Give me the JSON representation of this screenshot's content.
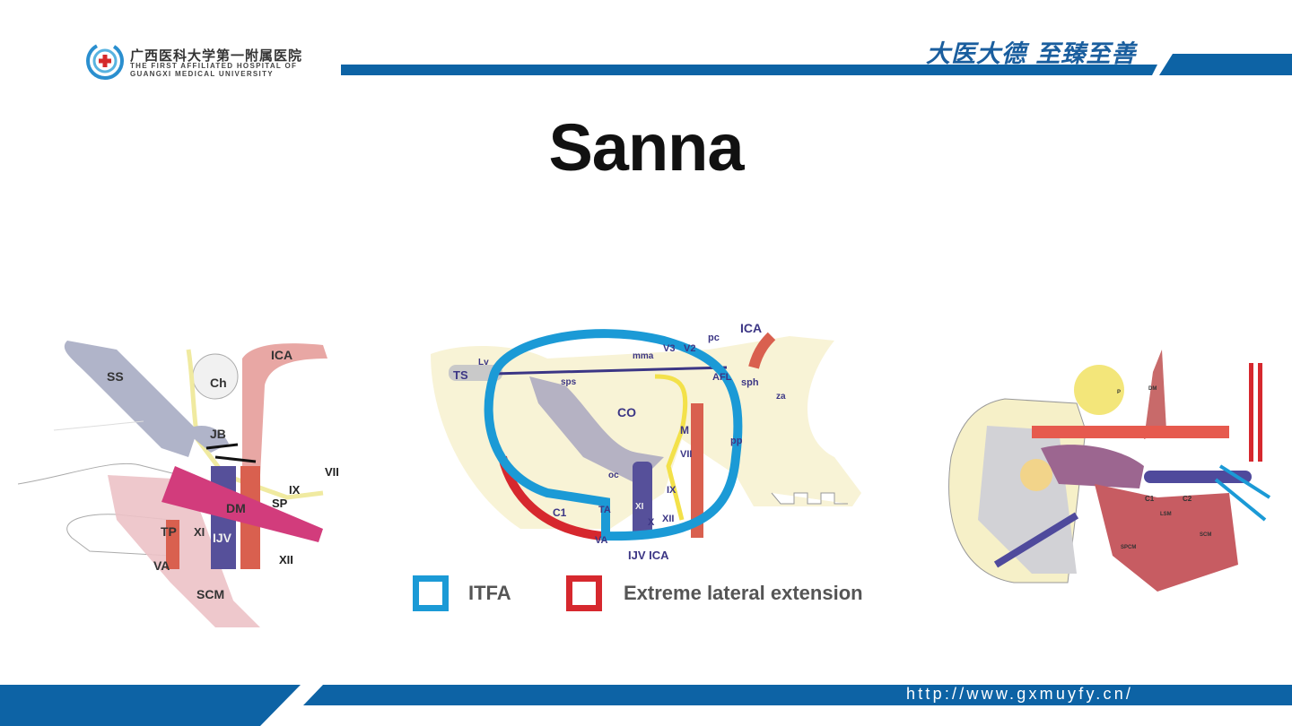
{
  "header": {
    "hospital_name_cn": "广西医科大学第一附属医院",
    "hospital_name_en_line1": "THE FIRST AFFILIATED HOSPITAL OF",
    "hospital_name_en_line2": "GUANGXI MEDICAL UNIVERSITY",
    "motto": "大医大德 至臻至善"
  },
  "slide": {
    "title": "Sanna"
  },
  "figure_left": {
    "labels": [
      "SS",
      "Ch",
      "ICA",
      "JB",
      "VII",
      "IX",
      "SP",
      "DM",
      "TP",
      "XI",
      "IJV",
      "VA",
      "XII",
      "SCM"
    ]
  },
  "figure_center": {
    "labels": [
      "Lv",
      "TS",
      "sps",
      "mma",
      "V3",
      "V2",
      "pc",
      "ICA",
      "AFL",
      "sph",
      "za",
      "CO",
      "M",
      "VII",
      "pp",
      "oc",
      "IX",
      "C1",
      "TA",
      "XI",
      "X",
      "XII",
      "VA",
      "IJV ICA"
    ],
    "legend": [
      {
        "label": "ITFA",
        "color": "#1b9ad6"
      },
      {
        "label": "Extreme lateral extension",
        "color": "#d6282e"
      }
    ]
  },
  "figure_right": {
    "labels": [
      "P",
      "DM",
      "C1",
      "C2",
      "LSM",
      "SCM",
      "SPCM"
    ]
  },
  "footer": {
    "url": "http://www.gxmuyfy.cn/"
  },
  "colors": {
    "brand_blue": "#0d63a5",
    "itfa_blue": "#1b9ad6",
    "extension_red": "#d6282e"
  }
}
